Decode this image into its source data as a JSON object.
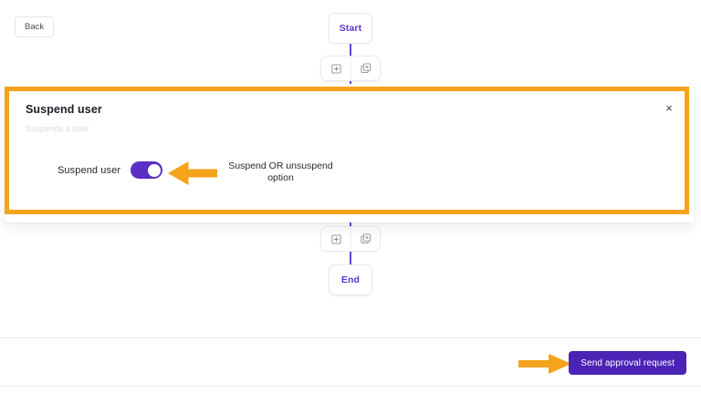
{
  "flow": {
    "start_node": "Start",
    "end_node": "End",
    "action_icons": [
      "add-node-icon",
      "duplicate-node-icon"
    ]
  },
  "panel": {
    "title": "Suspend user",
    "subtitle": "Suspends a user",
    "close_icon": "×",
    "field": {
      "label": "Suspend user",
      "toggle_state": "on"
    }
  },
  "annotations": {
    "toggle_note": "Suspend OR unsuspend option",
    "highlight_color": "#f5a31a",
    "arrow_left_icon": "arrow-left-icon",
    "arrow_right_icon": "arrow-right-icon"
  },
  "footer": {
    "back_label": "Back",
    "submit_label": "Send approval request",
    "submit_color": "#4b23b5"
  },
  "theme": {
    "accent_purple": "#5b2ec4",
    "connector_purple": "#6b3fd6",
    "highlight_orange": "#f5a31a"
  }
}
